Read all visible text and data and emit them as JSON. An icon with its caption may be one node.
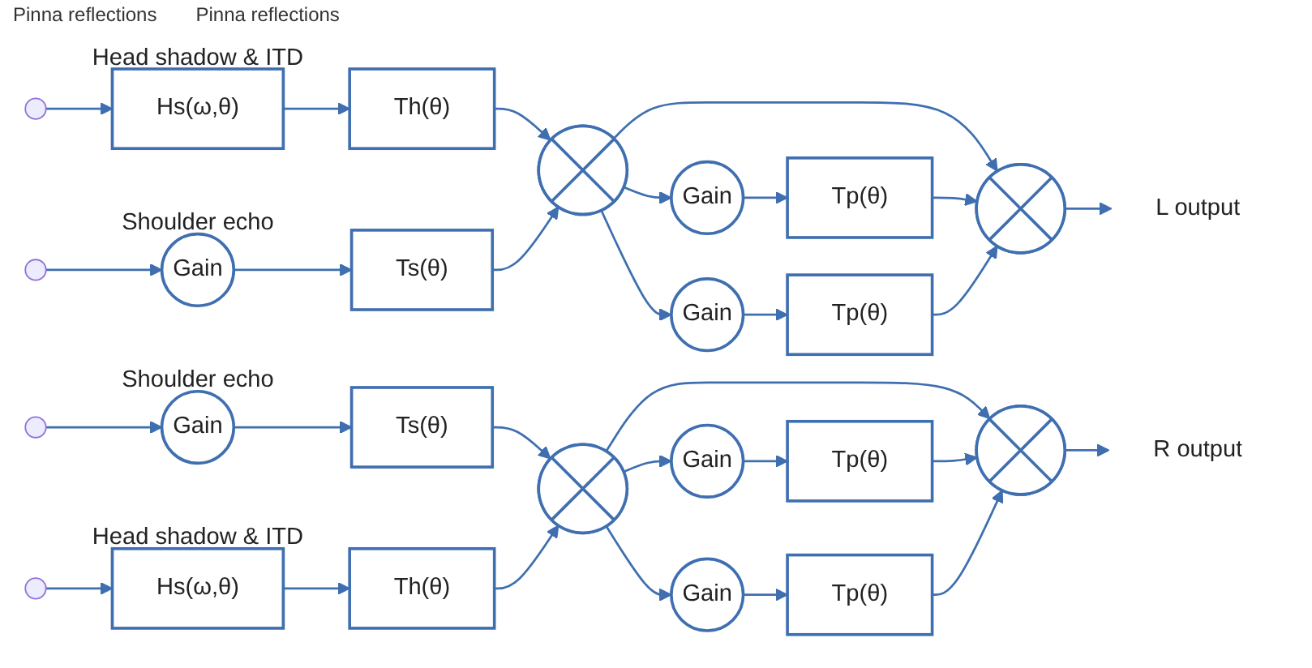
{
  "diagram": {
    "nodes": [
      {
        "text": [
          "Hs(ω,θ)"
        ],
        "beside": [
          "Head shadow & ITD"
        ]
      },
      {
        "text": [
          "Th(θ)"
        ]
      },
      {
        "text": [],
        "shape": "circle"
      },
      {
        "text": [],
        "shape": "circle"
      },
      {
        "text": [
          "L output"
        ]
      },
      {
        "text": [
          "Gain"
        ],
        "beside": [
          "Shoulder echo"
        ]
      },
      {
        "text": [
          "Ts(θ)"
        ]
      },
      {
        "text": [
          "Gain"
        ]
      },
      {
        "text": [
          "Tp(θ)"
        ]
      },
      {
        "text": [
          "Gain"
        ]
      },
      {
        "text": [
          "Tp(θ)"
        ]
      },
      {
        "text": [
          "Gain"
        ],
        "beside": [
          "Shoulder echo"
        ]
      },
      {
        "text": [
          "Ts(θ)"
        ]
      },
      {
        "text": [
          "Gain"
        ]
      },
      {
        "text": [
          "Tp(θ)"
        ]
      },
      {
        "text": [
          "Gain"
        ]
      },
      {
        "text": [
          "Tp(θ)"
        ]
      },
      {
        "text": [
          "Hs(ω,θ)"
        ],
        "beside": [
          "Head shadow & ITD"
        ]
      },
      {
        "text": [
          "Th(θ)"
        ]
      },
      {
        "text": [],
        "shape": "circle"
      },
      {
        "text": [],
        "shape": "circle"
      },
      {
        "text": [
          "R output"
        ]
      }
    ],
    "edges": [
      {
        "from": null,
        "to": 0,
        "arrow": "to"
      },
      {
        "from": 0,
        "to": 1,
        "arrow": "to"
      },
      {
        "from": 1,
        "to": 2,
        "arrow": "to"
      },
      {
        "from": null,
        "to": 5,
        "arrow": "to"
      },
      {
        "from": 5,
        "to": 6,
        "arrow": "to"
      },
      {
        "from": 6,
        "to": 2,
        "arrow": "to"
      },
      {
        "from": 2,
        "to": 3,
        "arrow": "to"
      },
      {
        "from": 2,
        "to": 7,
        "arrow": "to"
      },
      {
        "from": 2,
        "to": 9,
        "arrow": "to"
      },
      {
        "from": 7,
        "to": 8,
        "arrow": "to"
      },
      {
        "from": 9,
        "to": 10,
        "arrow": "to"
      },
      {
        "from": 8,
        "to": 3,
        "arrow": "to"
      },
      {
        "from": 10,
        "to": 3,
        "arrow": "to"
      },
      {
        "from": 3,
        "to": 4,
        "arrow": "to"
      },
      {
        "from": null,
        "to": 11,
        "arrow": "to"
      },
      {
        "from": 11,
        "to": 12,
        "arrow": "to"
      },
      {
        "from": 12,
        "to": 19,
        "arrow": "to"
      },
      {
        "from": null,
        "to": 17,
        "arrow": "to"
      },
      {
        "from": 17,
        "to": 18,
        "arrow": "to"
      },
      {
        "from": 18,
        "to": 19,
        "arrow": "to"
      },
      {
        "from": 19,
        "to": 20,
        "arrow": "to"
      },
      {
        "from": 19,
        "to": 13,
        "arrow": "to"
      },
      {
        "from": 19,
        "to": 15,
        "arrow": "to"
      },
      {
        "from": 13,
        "to": 14,
        "arrow": "to"
      },
      {
        "from": 15,
        "to": 16,
        "arrow": "to"
      },
      {
        "from": 14,
        "to": 20,
        "arrow": "to"
      },
      {
        "from": 16,
        "to": 20,
        "arrow": "to"
      },
      {
        "from": 20,
        "to": 21,
        "arrow": "to"
      }
    ],
    "labels": [
      "Pinna reflections",
      "Pinna reflections"
    ]
  }
}
